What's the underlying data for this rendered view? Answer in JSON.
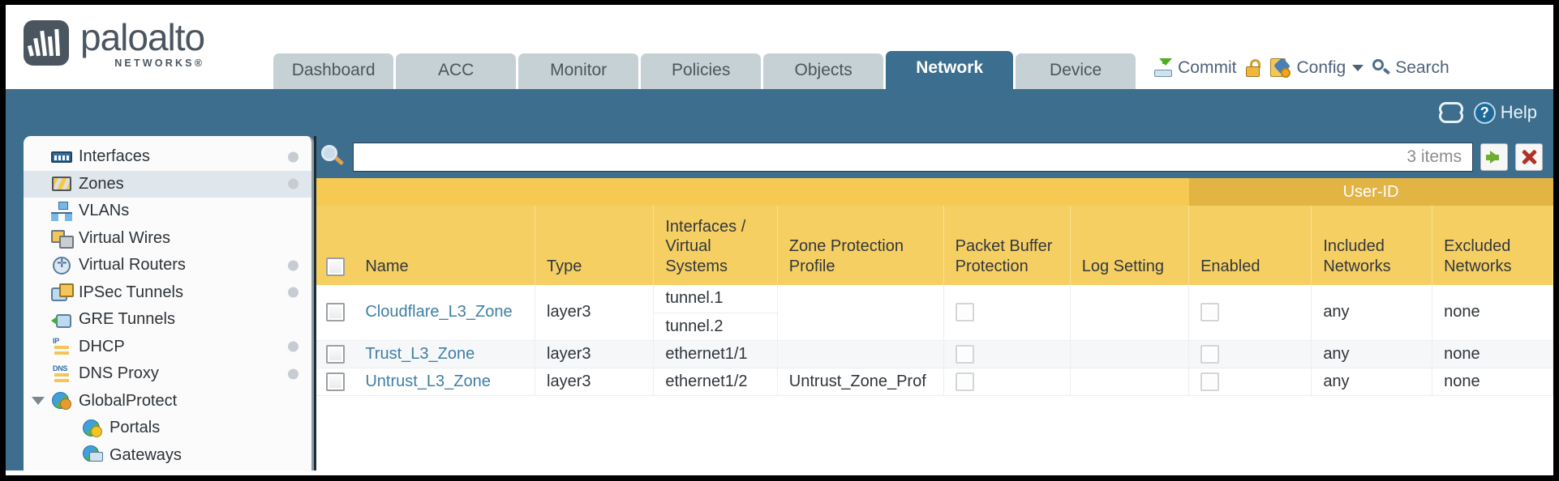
{
  "brand": {
    "name": "paloalto",
    "tagline": "NETWORKS®"
  },
  "nav": {
    "tabs": [
      {
        "label": "Dashboard",
        "active": false
      },
      {
        "label": "ACC",
        "active": false
      },
      {
        "label": "Monitor",
        "active": false
      },
      {
        "label": "Policies",
        "active": false
      },
      {
        "label": "Objects",
        "active": false
      },
      {
        "label": "Network",
        "active": true
      },
      {
        "label": "Device",
        "active": false
      }
    ]
  },
  "topactions": {
    "commit": "Commit",
    "commit_icon": "commit-icon",
    "lock_icon": "lock-icon",
    "config": "Config",
    "config_icon": "config-icon",
    "config_caret": "chevron-down-icon",
    "search": "Search",
    "search_icon": "search-icon"
  },
  "blueband": {
    "refresh_icon": "refresh-icon",
    "help_icon": "help-icon",
    "help_glyph": "?",
    "help": "Help"
  },
  "sidebar": {
    "items": [
      {
        "label": "Interfaces",
        "icon": "interfaces-icon",
        "dot": true,
        "selected": false,
        "child": false,
        "caret": false
      },
      {
        "label": "Zones",
        "icon": "zones-icon",
        "dot": true,
        "selected": true,
        "child": false,
        "caret": false
      },
      {
        "label": "VLANs",
        "icon": "vlans-icon",
        "dot": false,
        "selected": false,
        "child": false,
        "caret": false
      },
      {
        "label": "Virtual Wires",
        "icon": "virtual-wires-icon",
        "dot": false,
        "selected": false,
        "child": false,
        "caret": false
      },
      {
        "label": "Virtual Routers",
        "icon": "virtual-routers-icon",
        "dot": true,
        "selected": false,
        "child": false,
        "caret": false
      },
      {
        "label": "IPSec Tunnels",
        "icon": "ipsec-tunnels-icon",
        "dot": true,
        "selected": false,
        "child": false,
        "caret": false
      },
      {
        "label": "GRE Tunnels",
        "icon": "gre-tunnels-icon",
        "dot": false,
        "selected": false,
        "child": false,
        "caret": false
      },
      {
        "label": "DHCP",
        "icon": "dhcp-icon",
        "dot": true,
        "selected": false,
        "child": false,
        "caret": false
      },
      {
        "label": "DNS Proxy",
        "icon": "dns-proxy-icon",
        "dot": true,
        "selected": false,
        "child": false,
        "caret": false
      },
      {
        "label": "GlobalProtect",
        "icon": "globalprotect-icon",
        "dot": false,
        "selected": false,
        "child": false,
        "caret": true
      },
      {
        "label": "Portals",
        "icon": "portals-icon",
        "dot": false,
        "selected": false,
        "child": true,
        "caret": false
      },
      {
        "label": "Gateways",
        "icon": "gateways-icon",
        "dot": false,
        "selected": false,
        "child": true,
        "caret": false
      }
    ]
  },
  "search": {
    "icon": "search-icon",
    "value": "",
    "placeholder": "",
    "item_count": "3 items",
    "apply_icon": "apply-filter-icon",
    "clear_icon": "clear-filter-icon"
  },
  "table": {
    "group_headers": [
      {
        "label": "User-ID",
        "span": 3
      }
    ],
    "columns": [
      "Name",
      "Type",
      "Interfaces / Virtual Systems",
      "Zone Protection Profile",
      "Packet Buffer Protection",
      "Log Setting",
      "Enabled",
      "Included Networks",
      "Excluded Networks"
    ],
    "rows": [
      {
        "selected": false,
        "name": "Cloudflare_L3_Zone",
        "type": "layer3",
        "interfaces": [
          "tunnel.1",
          "tunnel.2"
        ],
        "zone_protection_profile": "",
        "packet_buffer_protection": false,
        "log_setting": "",
        "userid_enabled": false,
        "included_networks": "any",
        "excluded_networks": "none"
      },
      {
        "selected": false,
        "name": "Trust_L3_Zone",
        "type": "layer3",
        "interfaces": [
          "ethernet1/1"
        ],
        "zone_protection_profile": "",
        "packet_buffer_protection": false,
        "log_setting": "",
        "userid_enabled": false,
        "included_networks": "any",
        "excluded_networks": "none"
      },
      {
        "selected": false,
        "name": "Untrust_L3_Zone",
        "type": "layer3",
        "interfaces": [
          "ethernet1/2"
        ],
        "zone_protection_profile": "Untrust_Zone_Prof",
        "packet_buffer_protection": false,
        "log_setting": "",
        "userid_enabled": false,
        "included_networks": "any",
        "excluded_networks": "none"
      }
    ]
  },
  "colors": {
    "accent_blue": "#3d6e8e",
    "tab_inactive": "#c5d1d4",
    "header_yellow": "#f6cf63",
    "group_header_yellow": "#e2b444",
    "link_blue": "#3f7fa5",
    "brand_gray": "#4a5560"
  }
}
